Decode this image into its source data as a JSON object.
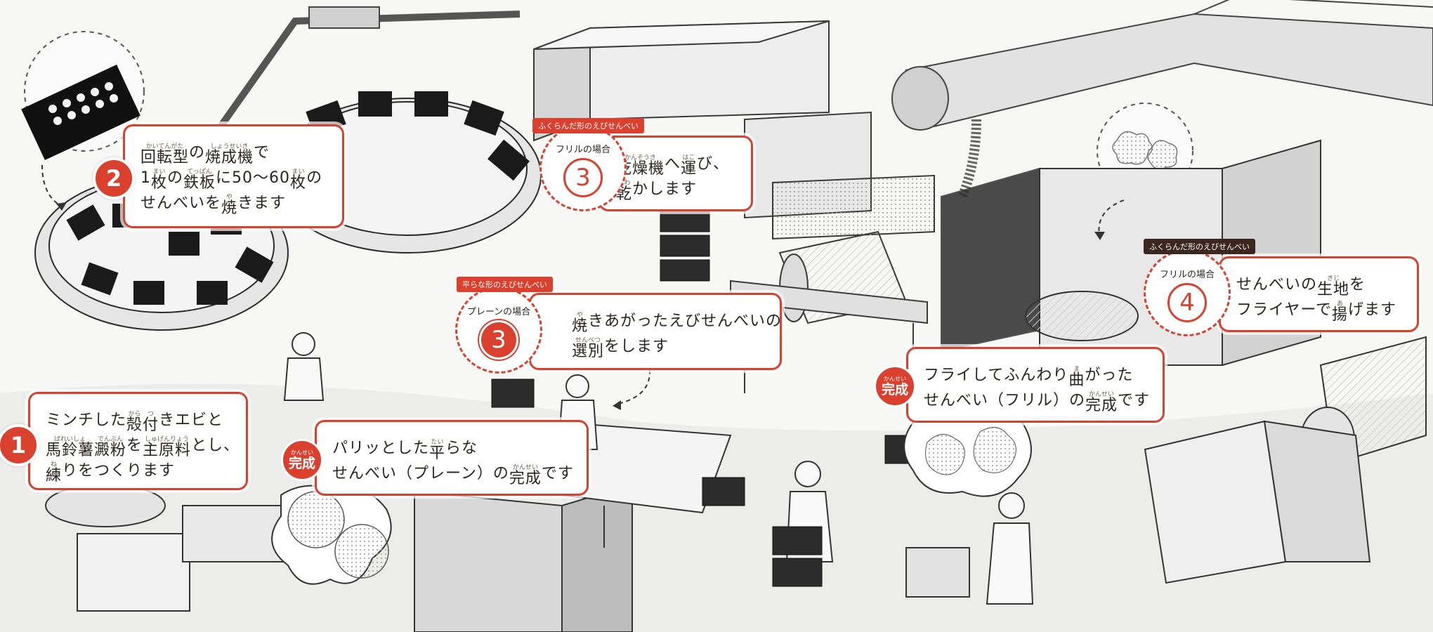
{
  "colors": {
    "accent": "#d9402e",
    "tag_dark": "#3b2620",
    "line_art": "#333333"
  },
  "steps": [
    {
      "number": "1",
      "lines": [
        [
          {
            "t": "ミンチした"
          },
          {
            "t": "殻",
            "r": "から"
          },
          {
            "t": "付",
            "r": "つ"
          },
          {
            "t": "きエビと"
          }
        ],
        [
          {
            "t": "馬鈴薯",
            "r": "ばれいしょ"
          },
          {
            "t": "澱粉",
            "r": "でんぷん"
          },
          {
            "t": "を"
          },
          {
            "t": "主原料",
            "r": "しゅげんりょう"
          },
          {
            "t": "とし、"
          }
        ],
        [
          {
            "t": "練",
            "r": "ね"
          },
          {
            "t": "りをつくります"
          }
        ]
      ]
    },
    {
      "number": "2",
      "lines": [
        [
          {
            "t": "回転型",
            "r": "かいてんがた"
          },
          {
            "t": "の"
          },
          {
            "t": "焼成機",
            "r": "しょうせいき"
          },
          {
            "t": "で"
          }
        ],
        [
          {
            "t": "1"
          },
          {
            "t": "枚",
            "r": "まい"
          },
          {
            "t": "の"
          },
          {
            "t": "鉄板",
            "r": "てっぱん"
          },
          {
            "t": "に50〜60"
          },
          {
            "t": "枚",
            "r": "まい"
          },
          {
            "t": "の"
          }
        ],
        [
          {
            "t": "せんべいを"
          },
          {
            "t": "焼",
            "r": "や"
          },
          {
            "t": "きます"
          }
        ]
      ]
    },
    {
      "number": "3",
      "tag": "ふくらんだ形のえびせんべい",
      "badge_sub": "フリルの場合",
      "lines": [
        [
          {
            "t": "乾燥機",
            "r": "かんそうき"
          },
          {
            "t": "へ"
          },
          {
            "t": "運",
            "r": "はこ"
          },
          {
            "t": "び、"
          }
        ],
        [
          {
            "t": "乾",
            "r": "かわ"
          },
          {
            "t": "かします"
          }
        ]
      ]
    },
    {
      "number": "3",
      "tag": "平らな形のえびせんべい",
      "badge_sub": "プレーンの場合",
      "lines": [
        [
          {
            "t": "焼",
            "r": "や"
          },
          {
            "t": "きあがったえびせんべいの"
          }
        ],
        [
          {
            "t": "選別",
            "r": "せんべつ"
          },
          {
            "t": "をします"
          }
        ]
      ]
    },
    {
      "number": "4",
      "tag": "ふくらんだ形のえびせんべい",
      "badge_sub": "フリルの場合",
      "lines": [
        [
          {
            "t": "せんべいの"
          },
          {
            "t": "生地",
            "r": "きじ"
          },
          {
            "t": "を"
          }
        ],
        [
          {
            "t": "フライヤーで"
          },
          {
            "t": "揚",
            "r": "あ"
          },
          {
            "t": "げます"
          }
        ]
      ]
    }
  ],
  "results": [
    {
      "label": "完成",
      "label_ruby": "かんせい",
      "lines": [
        [
          {
            "t": "パリッとした"
          },
          {
            "t": "平",
            "r": "たい"
          },
          {
            "t": "らな"
          }
        ],
        [
          {
            "t": "せんべい（プレーン）の"
          },
          {
            "t": "完成",
            "r": "かんせい"
          },
          {
            "t": "です"
          }
        ]
      ]
    },
    {
      "label": "完成",
      "label_ruby": "かんせい",
      "lines": [
        [
          {
            "t": "フライしてふんわり"
          },
          {
            "t": "曲",
            "r": "ま"
          },
          {
            "t": "がった"
          }
        ],
        [
          {
            "t": "せんべい（フリル）の"
          },
          {
            "t": "完成",
            "r": "かんせい"
          },
          {
            "t": "です"
          }
        ]
      ]
    }
  ]
}
